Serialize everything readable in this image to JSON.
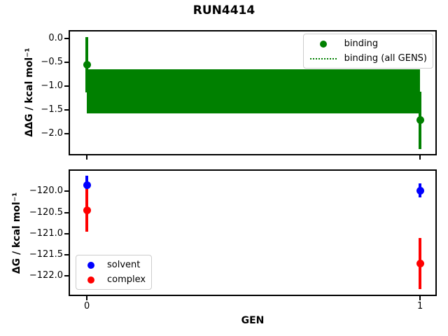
{
  "figure": {
    "title": "RUN4414",
    "background": "#ffffff"
  },
  "chart_data": [
    {
      "type": "scatter",
      "subplot": "top",
      "ylabel": "ΔΔG / kcal mol⁻¹",
      "xlabel": "",
      "xlim": [
        -0.055,
        1.05
      ],
      "ylim": [
        -2.456,
        0.176
      ],
      "grid": false,
      "yticks": [
        {
          "v": 0.0,
          "label": "0.0"
        },
        {
          "v": -0.5,
          "label": "−0.5"
        },
        {
          "v": -1.0,
          "label": "−1.0"
        },
        {
          "v": -1.5,
          "label": "−1.5"
        },
        {
          "v": -2.0,
          "label": "−2.0"
        }
      ],
      "xticks": [
        {
          "v": 0,
          "label": ""
        },
        {
          "v": 1,
          "label": ""
        }
      ],
      "series": [
        {
          "name": "binding",
          "color": "#008000",
          "marker": "circle",
          "points": [
            {
              "x": 0,
              "y": -0.55,
              "yerr": 0.58
            },
            {
              "x": 1,
              "y": -1.72,
              "yerr": 0.6
            }
          ]
        }
      ],
      "band": {
        "name": "binding (all GENS)",
        "color": "#008000",
        "x0": 0,
        "x1": 1,
        "y_center": -1.11,
        "y_hi": -0.65,
        "y_lo": -1.58,
        "center_linestyle": "dotted"
      },
      "legend": {
        "position": "upper right",
        "entries": [
          {
            "label": "binding",
            "marker": "circle",
            "color": "#008000"
          },
          {
            "label": "binding (all GENS)",
            "marker": "dotted-line",
            "color": "#008000"
          }
        ]
      }
    },
    {
      "type": "scatter",
      "subplot": "bottom",
      "ylabel": "ΔG / kcal mol⁻¹",
      "xlabel": "GEN",
      "xlim": [
        -0.055,
        1.05
      ],
      "ylim": [
        -122.48,
        -119.48
      ],
      "grid": false,
      "yticks": [
        {
          "v": -120.0,
          "label": "−120.0"
        },
        {
          "v": -120.5,
          "label": "−120.5"
        },
        {
          "v": -121.0,
          "label": "−121.0"
        },
        {
          "v": -121.5,
          "label": "−121.5"
        },
        {
          "v": -122.0,
          "label": "−122.0"
        }
      ],
      "xticks": [
        {
          "v": 0,
          "label": "0"
        },
        {
          "v": 1,
          "label": "1"
        }
      ],
      "series": [
        {
          "name": "solvent",
          "color": "#0000ff",
          "marker": "circle",
          "points": [
            {
              "x": 0,
              "y": -119.85,
              "yerr": 0.22
            },
            {
              "x": 1,
              "y": -119.98,
              "yerr": 0.17
            }
          ]
        },
        {
          "name": "complex",
          "color": "#ff0000",
          "marker": "circle",
          "points": [
            {
              "x": 0,
              "y": -120.45,
              "yerr": 0.5
            },
            {
              "x": 1,
              "y": -121.71,
              "yerr": 0.6
            }
          ]
        }
      ],
      "legend": {
        "position": "lower left",
        "entries": [
          {
            "label": "solvent",
            "marker": "circle",
            "color": "#0000ff"
          },
          {
            "label": "complex",
            "marker": "circle",
            "color": "#ff0000"
          }
        ]
      }
    }
  ]
}
